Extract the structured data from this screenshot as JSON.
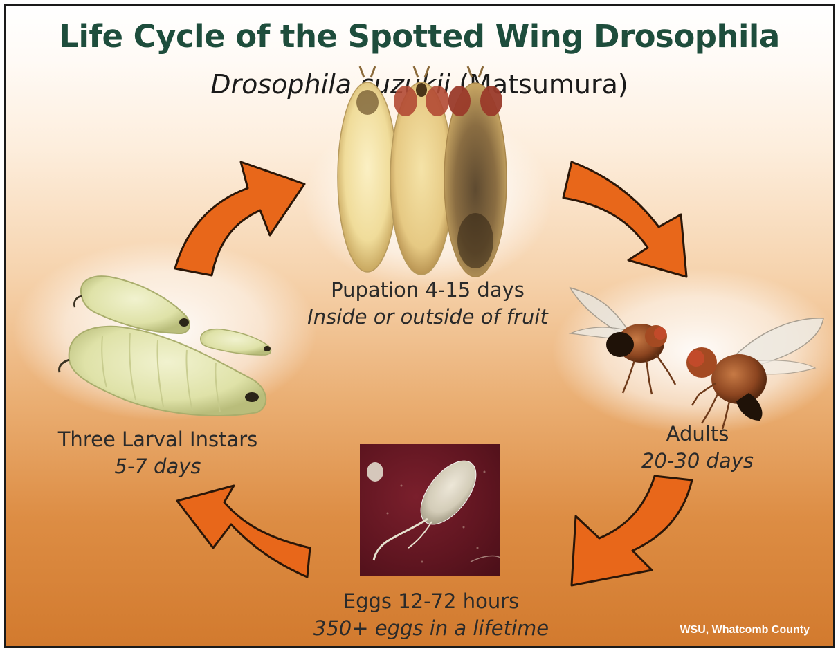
{
  "title": "Life Cycle of the Spotted Wing Drosophila",
  "subtitle": {
    "scientific": "Drosophila suzukii",
    "author": " (Matsumura)"
  },
  "stages": {
    "pupation": {
      "main": "Pupation 4-15 days",
      "detail": "Inside or outside of fruit"
    },
    "adults": {
      "main": "Adults",
      "detail": "20-30 days"
    },
    "eggs": {
      "main": "Eggs 12-72 hours",
      "detail": "350+ eggs in a lifetime"
    },
    "larvae": {
      "main": "Three Larval Instars",
      "detail": "5-7 days"
    }
  },
  "credit": "WSU, Whatcomb County",
  "colors": {
    "title": "#1e4d3c",
    "arrow": "#e8671a",
    "arrow_outline": "#2a1608",
    "background_top": "#ffffff",
    "background_bottom": "#d27a2e"
  },
  "arrows": [
    "larvae-to-pupation-arrow",
    "pupation-to-adults-arrow",
    "adults-to-eggs-arrow",
    "eggs-to-larvae-arrow"
  ]
}
